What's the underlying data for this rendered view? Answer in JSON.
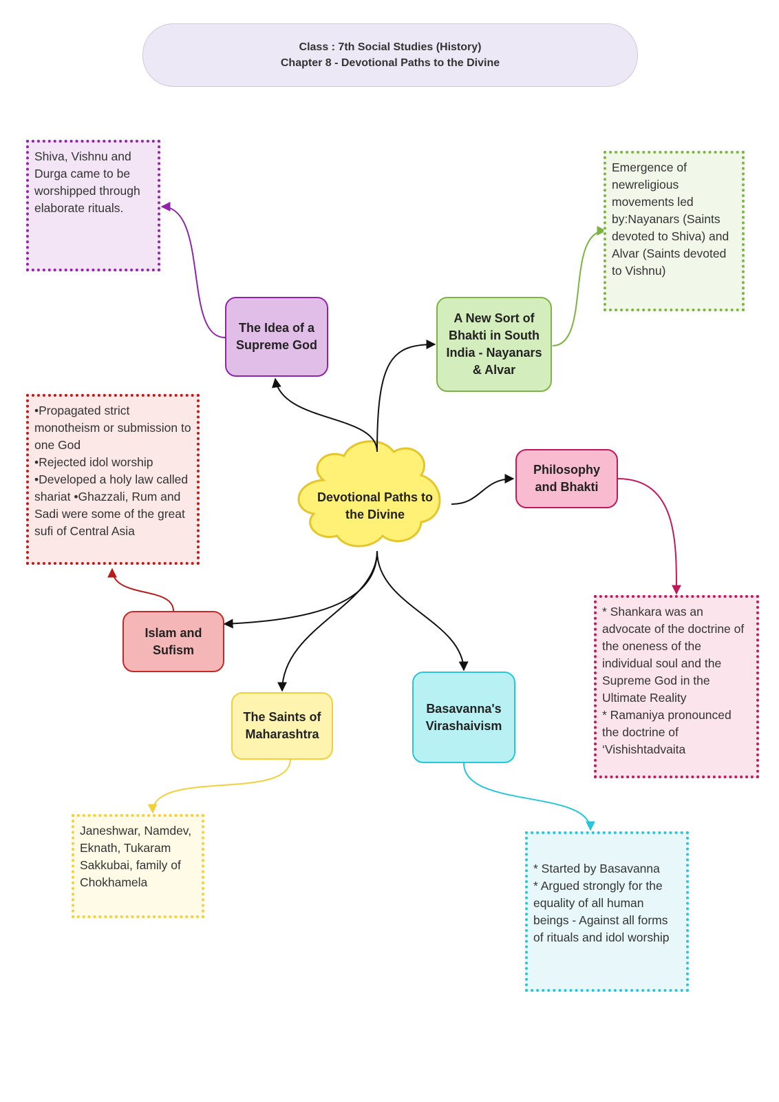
{
  "header": {
    "line1": "Class : 7th Social Studies (History)",
    "line2": "Chapter 8 - Devotional Paths to the Divine"
  },
  "center": {
    "label": "Devotional Paths to the Divine",
    "color": "#fff176"
  },
  "topics": {
    "supreme_god": {
      "label": "The Idea of a Supreme God",
      "fill": "#e1bee7",
      "border": "#8e24aa"
    },
    "south_india": {
      "label": "A New Sort of Bhakti in South India - Nayanars & Alvar",
      "fill": "#d4edbc",
      "border": "#7cb342"
    },
    "philosophy": {
      "label": "Philosophy and Bhakti",
      "fill": "#f8bbd0",
      "border": "#c2185b"
    },
    "islam": {
      "label": "Islam and Sufism",
      "fill": "#f4b6b6",
      "border": "#c62828"
    },
    "maharashtra": {
      "label": "The Saints of Maharashtra",
      "fill": "#fff3b0",
      "border": "#f2cf3b"
    },
    "basavanna": {
      "label": "Basavanna's Virashaivism",
      "fill": "#b7f1f3",
      "border": "#26c6da"
    }
  },
  "notes": {
    "supreme_god": {
      "text": "Shiva, Vishnu and Durga came to be worshipped through elaborate rituals.",
      "fill": "#f3e5f5",
      "border": "#8e24aa"
    },
    "south_india": {
      "text": "Emergence of newreligious movements led by:Nayanars (Saints devoted to Shiva) and Alvar (Saints devoted to Vishnu)",
      "fill": "#f1f8e9",
      "border": "#7cb342"
    },
    "islam": {
      "text": "•Propagated strict monotheism or submission to one God\n•Rejected idol worship\n•Developed a holy law called shariat •Ghazzali, Rum and Sadi were some of the great sufi of Central Asia",
      "fill": "#fde8e8",
      "border": "#b71c1c"
    },
    "philosophy": {
      "text": "* Shankara was an advocate of the doctrine of the oneness of the individual soul and the Supreme God in the Ultimate Reality\n* Ramaniya pronounced the doctrine of ‘Vishishtadvaita",
      "fill": "#fce4ec",
      "border": "#c2185b"
    },
    "maharashtra": {
      "text": "Janeshwar, Namdev, Eknath, Tukaram Sakkubai, family of Chokhamela",
      "fill": "#fffbe6",
      "border": "#f2cf3b"
    },
    "basavanna": {
      "text": "* Started by Basavanna\n* Argued strongly for the equality of all human beings - Against all forms of rituals and idol worship",
      "fill": "#e8f8fa",
      "border": "#26c6da"
    }
  }
}
